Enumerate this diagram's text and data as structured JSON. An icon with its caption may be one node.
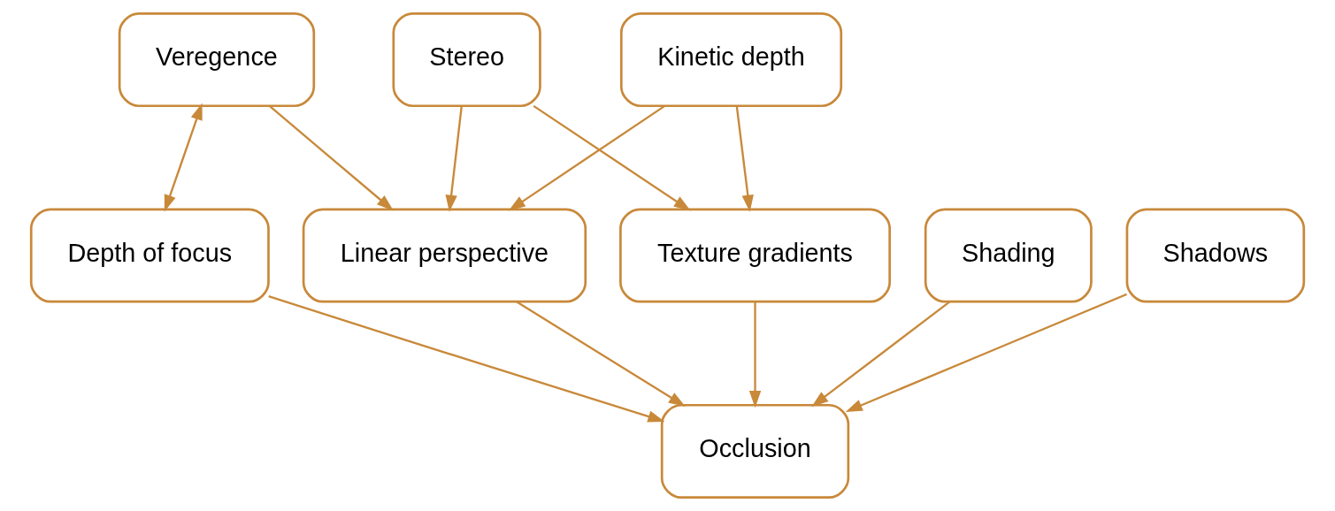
{
  "diagram": {
    "nodes": [
      {
        "text": [
          "Veregence"
        ]
      },
      {
        "text": [
          "Kinetic depth"
        ]
      },
      {
        "text": [
          "Stereo"
        ]
      },
      {
        "text": [
          "Depth of focus"
        ]
      },
      {
        "text": [
          "Linear perspective"
        ]
      },
      {
        "text": [
          "Texture gradients"
        ]
      },
      {
        "text": [
          "Shading"
        ]
      },
      {
        "text": [
          "Shadows"
        ]
      },
      {
        "text": [
          "Occlusion"
        ]
      }
    ],
    "edges": [
      {
        "from": 0,
        "to": 3,
        "arrow": "both"
      },
      {
        "from": 0,
        "to": 4,
        "arrow": "to"
      },
      {
        "from": 1,
        "to": 4,
        "arrow": "to"
      },
      {
        "from": 1,
        "to": 5,
        "arrow": "to"
      },
      {
        "from": 2,
        "to": 4,
        "arrow": "to"
      },
      {
        "from": 2,
        "to": 5,
        "arrow": "to"
      },
      {
        "from": 3,
        "to": 8,
        "arrow": "to"
      },
      {
        "from": 4,
        "to": 8,
        "arrow": "to"
      },
      {
        "from": 5,
        "to": 8,
        "arrow": "to"
      },
      {
        "from": 6,
        "to": 8,
        "arrow": "to"
      },
      {
        "from": 7,
        "to": 8,
        "arrow": "to"
      }
    ]
  }
}
